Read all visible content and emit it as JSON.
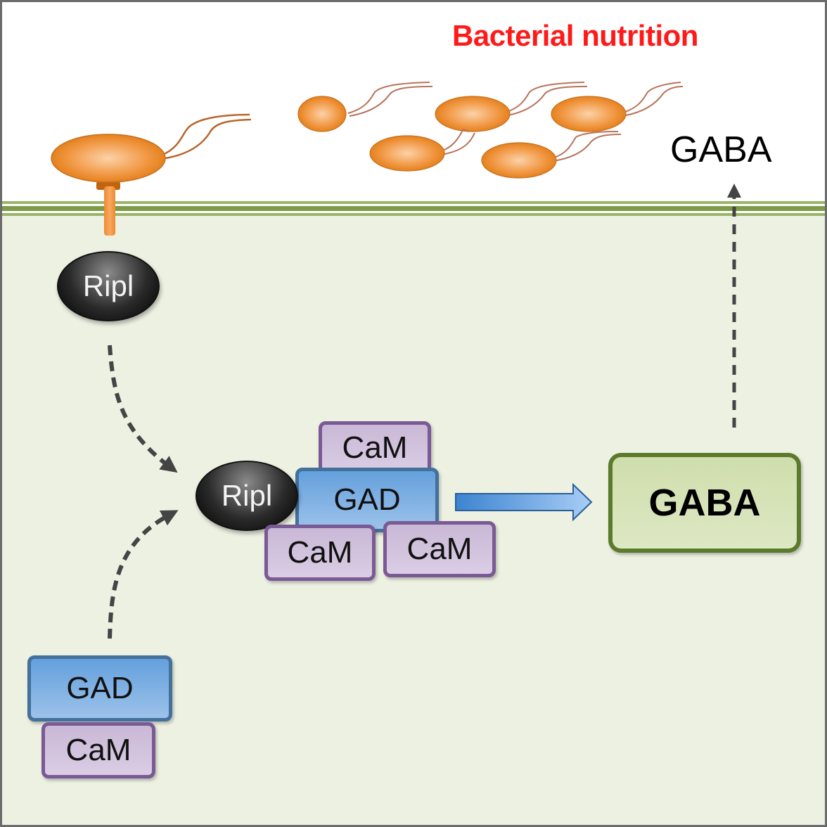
{
  "diagram": {
    "title": "Bacterial nutrition",
    "secreted_label": "GABA",
    "nodes": {
      "ripl_membrane": "Ripl",
      "ripl_complex": "Ripl",
      "gad_complex": "GAD",
      "cam_top": "CaM",
      "cam_bottom_left": "CaM",
      "cam_bottom_right": "CaM",
      "gaba_product": "GABA",
      "gad_free": "GAD",
      "cam_free": "CaM"
    },
    "bacteria_count": 6,
    "edges": [
      {
        "from": "ripl_membrane",
        "to": "ripl_complex",
        "style": "dashed"
      },
      {
        "from": "gad_free",
        "to": "ripl_complex",
        "style": "dashed"
      },
      {
        "from": "gad_complex",
        "to": "gaba_product",
        "style": "solid-block"
      },
      {
        "from": "gaba_product",
        "to": "secreted_label",
        "style": "dashed"
      }
    ],
    "colors": {
      "title": "#ff1a1a",
      "bacteria": "#e8841c",
      "membrane": "#7f9a48",
      "cytoplasm": "#edf1e2",
      "cam_border": "#7a5a95",
      "cam_fill": "#d2c4de",
      "gad_border": "#44709c",
      "gad_fill": "#7fb1e4",
      "gaba_border": "#5c7a2c",
      "gaba_fill": "#d6e3b8",
      "arrow": "#444444"
    }
  }
}
